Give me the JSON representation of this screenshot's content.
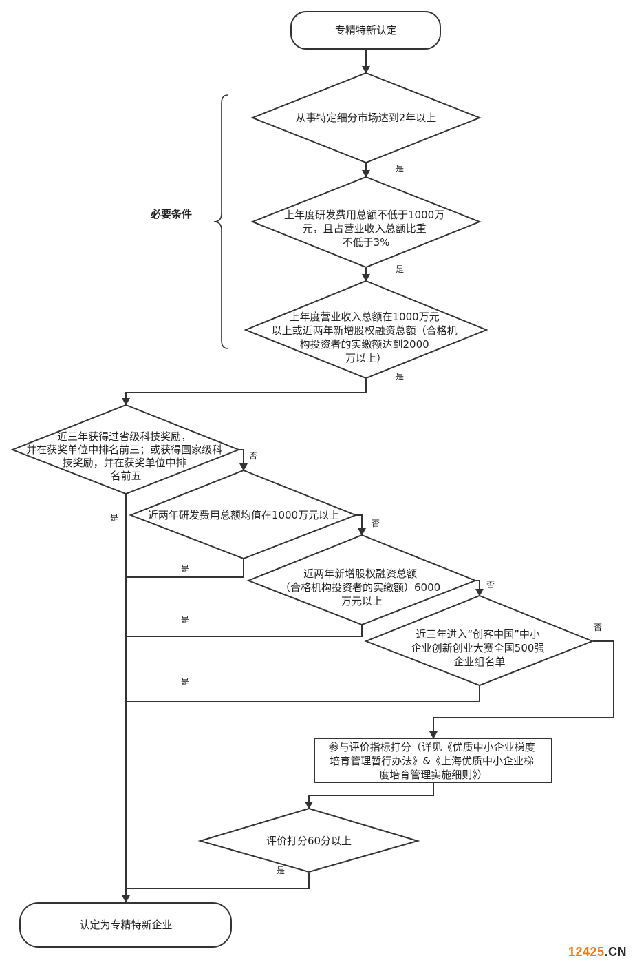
{
  "nodes": {
    "start": [
      "专精特新认定"
    ],
    "c1": [
      "从事特定细分市场达到2年以上"
    ],
    "c2": [
      "上年度研发费用总额不低于1000万",
      "元，且占营业收入总额比重",
      "不低于3%"
    ],
    "c3": [
      "上年度营业收入总额在1000万元",
      "以上或近两年新增股权融资总额（合格机",
      "构投资者的实缴额达到2000",
      "万以上）"
    ],
    "d1": [
      "近三年获得过省级科技奖励，",
      "并在获奖单位中排名前三；或获得国家级科",
      "技奖励，并在获奖单位中排",
      "名前五"
    ],
    "d2": [
      "近两年研发费用总额均值在1000万元以上"
    ],
    "d3": [
      "近两年新增股权融资总额",
      "（合格机构投资者的实缴额）6000",
      "万元以上"
    ],
    "d4": [
      "近三年进入“创客中国”中小",
      "企业创新创业大赛全国500强",
      "企业组名单"
    ],
    "score": [
      "参与评价指标打分（详见《优质中小企业梯度",
      "培育管理暂行办法》&《上海优质中小企业梯",
      "度培育管理实施细则》）"
    ],
    "d5": [
      "评价打分60分以上"
    ],
    "end": [
      "认定为专精特新企业"
    ]
  },
  "labels": {
    "yes": "是",
    "no": "否",
    "required": "必要条件"
  },
  "watermark": {
    "number": "12425",
    "suffix": ".CN"
  },
  "colors": {
    "stroke": "#333333",
    "text": "#222222",
    "watermark_orange": "#f07a10"
  }
}
